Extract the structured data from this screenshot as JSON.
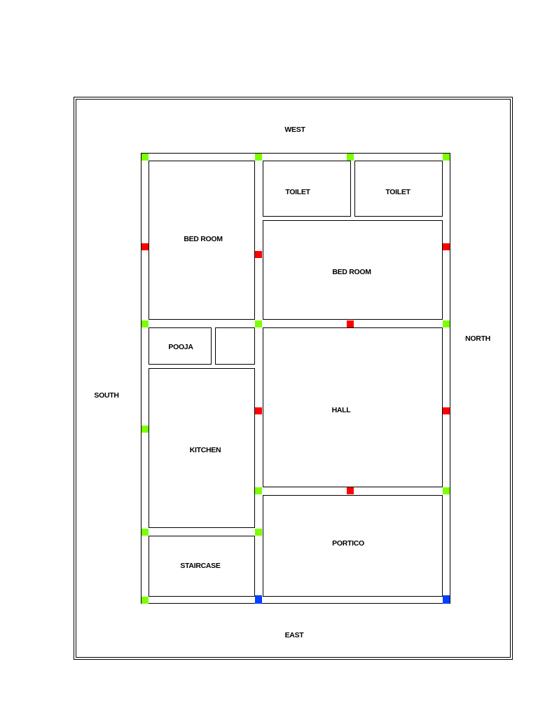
{
  "directions": {
    "west": "WEST",
    "east": "EAST",
    "north": "NORTH",
    "south": "SOUTH"
  },
  "rooms": {
    "bed_room_1": "BED ROOM",
    "bed_room_2": "BED ROOM",
    "toilet_1": "TOILET",
    "toilet_2": "TOILET",
    "pooja": "POOJA",
    "hall": "HALL",
    "kitchen": "KITCHEN",
    "portico": "PORTICO",
    "staircase": "STAIRCASE"
  },
  "column_colors": {
    "green": "#7cff00",
    "red": "#ff0000",
    "blue": "#0040ff"
  }
}
